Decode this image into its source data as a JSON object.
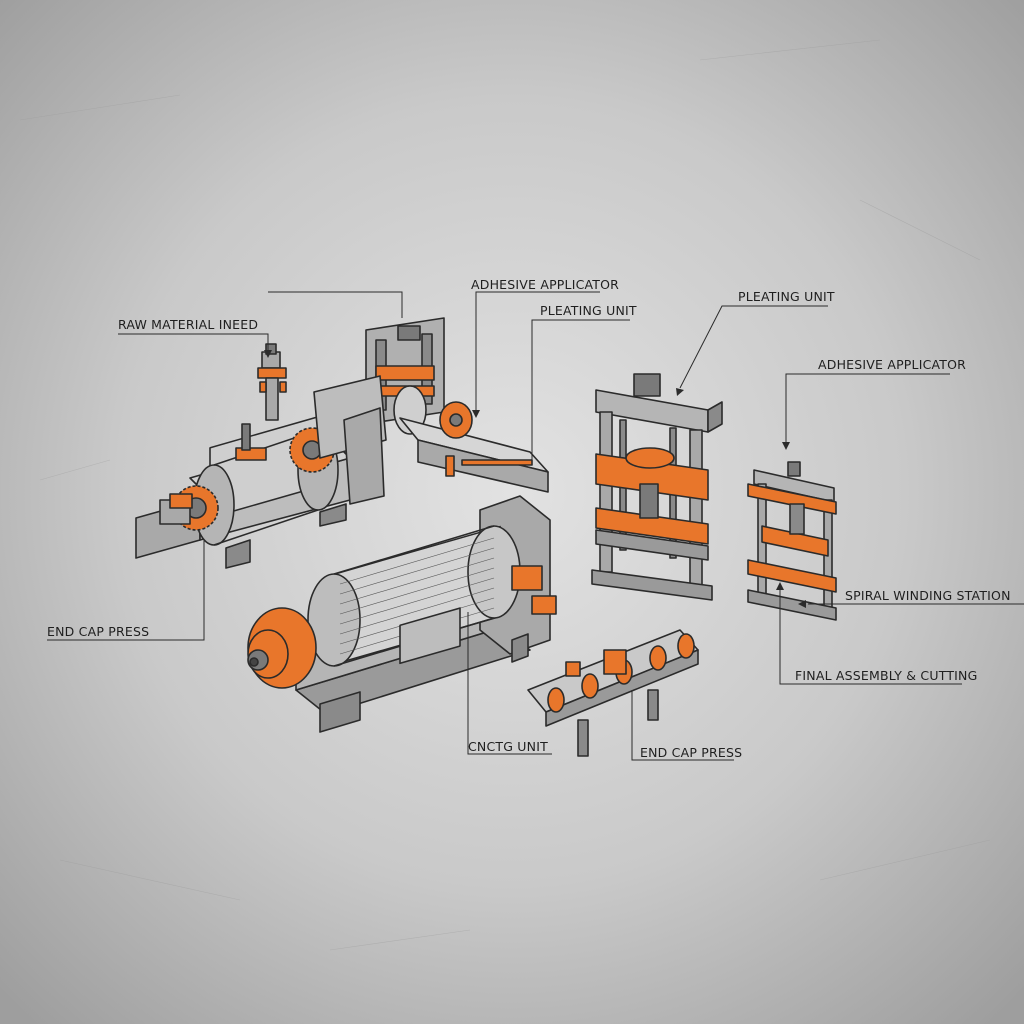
{
  "labels": {
    "raw_material": "RAW MATERIAL INEED",
    "adhesive_applicator_1": "ADHESIVE APPLICATOR",
    "pleating_unit_1": "PLEATING UNIT",
    "pleating_unit_2": "PLEATING UNIT",
    "adhesive_applicator_2": "ADHESIVE APPLICATOR",
    "spiral_winding_station": "SPIRAL WINDING STATION",
    "final_assembly_cutting": "FINAL ASSEMBLY & CUTTING",
    "end_cap_press_1": "END CAP PRESS",
    "cnctg_unit": "CNCTG UNIT",
    "end_cap_press_2": "END CAP PRESS"
  },
  "colors": {
    "background": "#c4c4c4",
    "machine_body": "#a9a9a9",
    "machine_dark": "#7a7a7a",
    "outline": "#2b2b2b",
    "accent": "#e8762b"
  },
  "icons": {
    "leader_arrow": "arrow-head"
  }
}
